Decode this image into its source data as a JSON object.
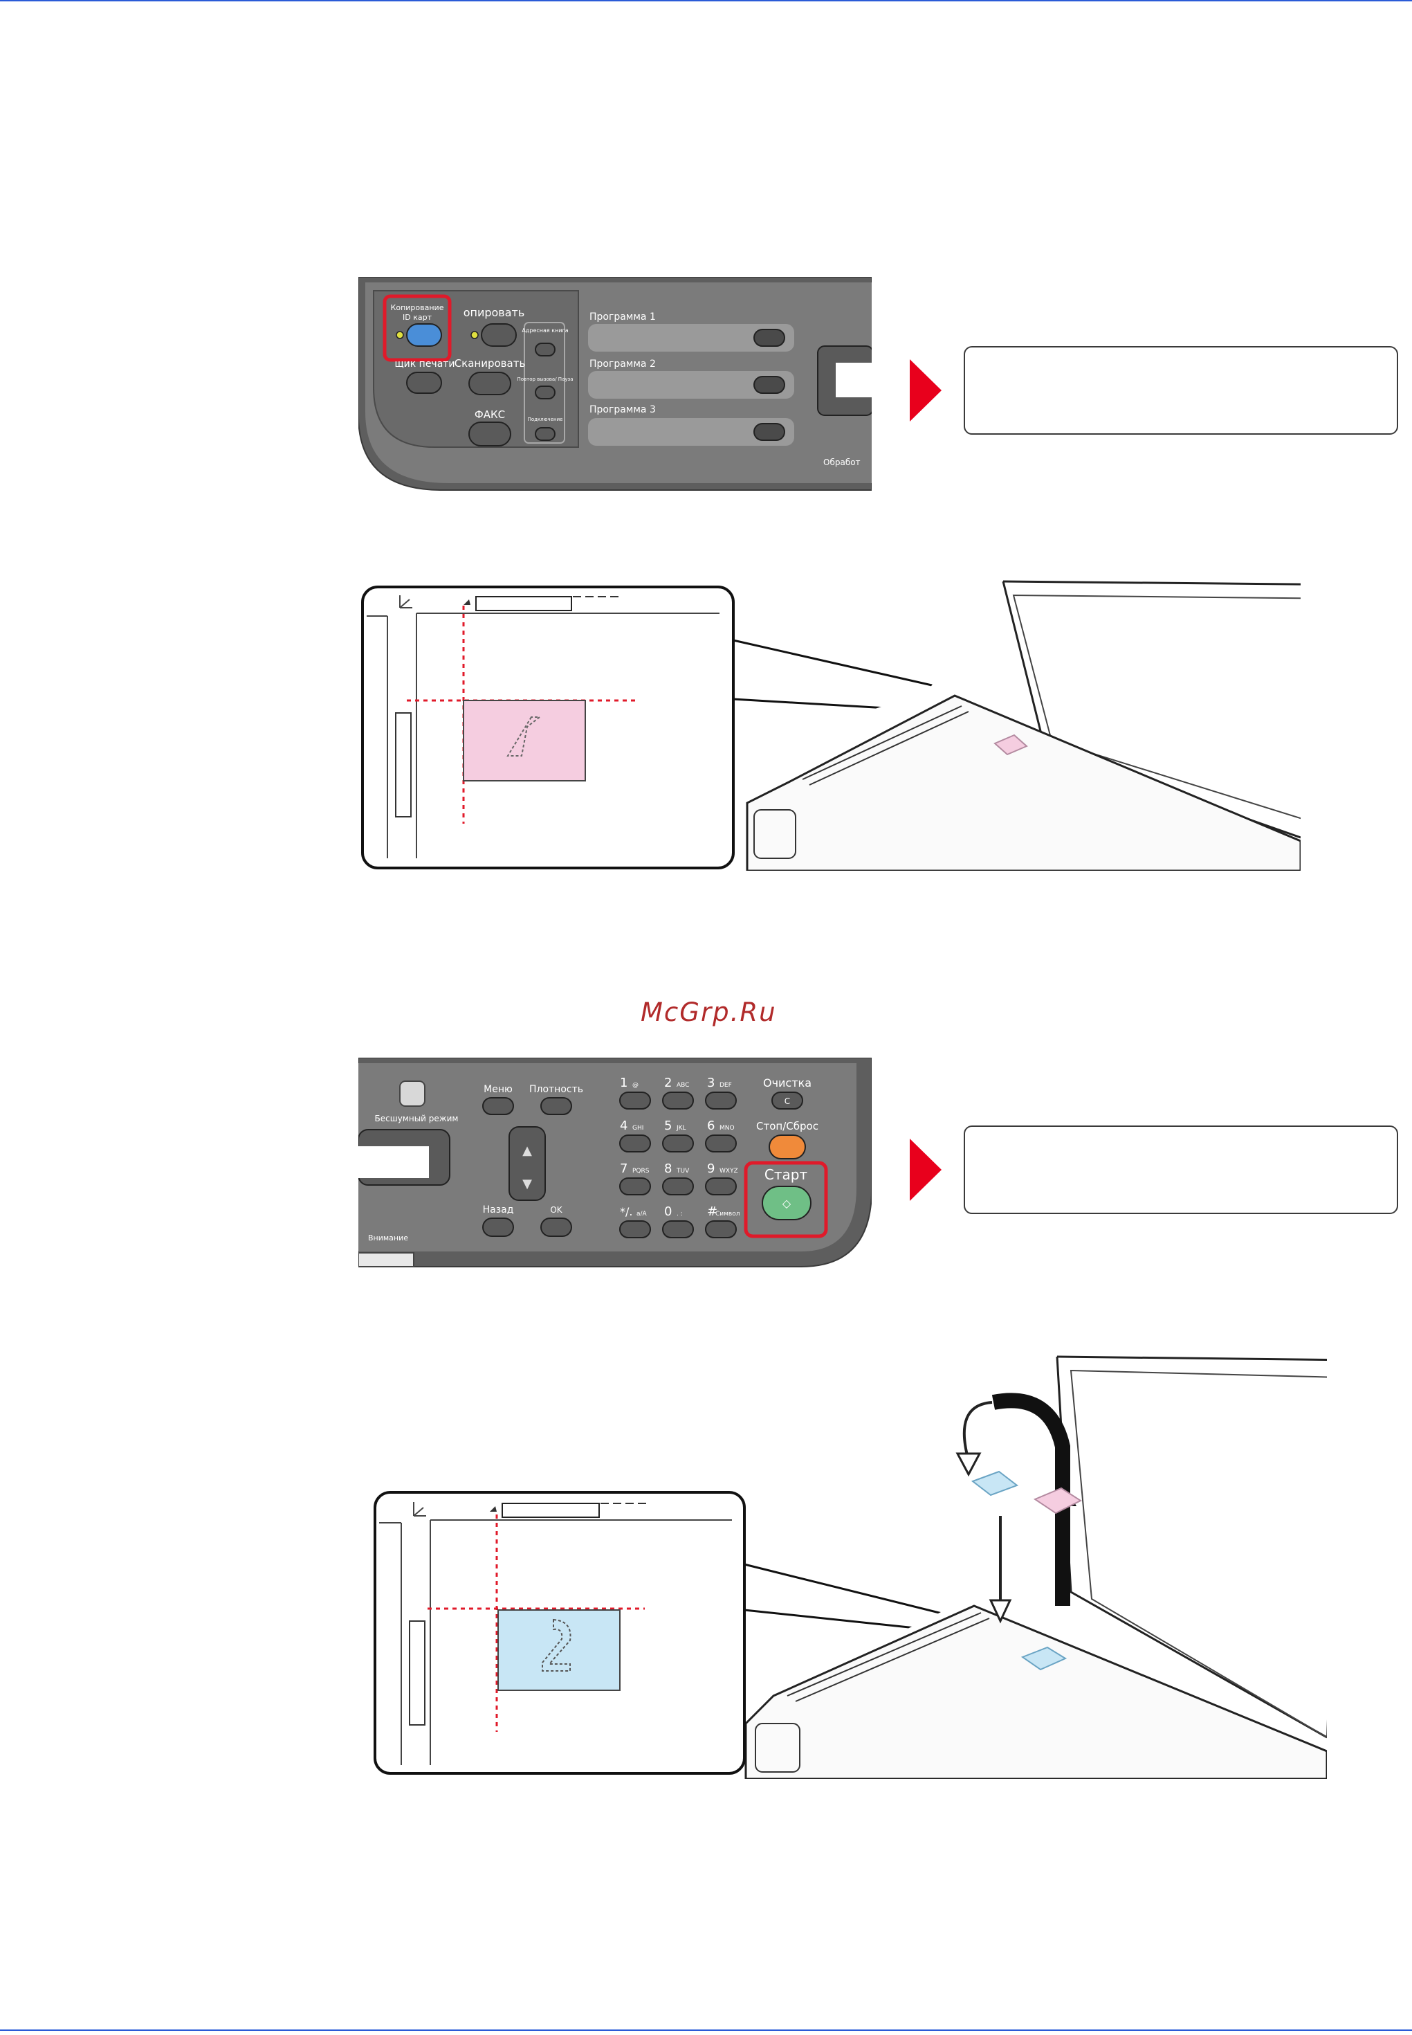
{
  "watermark": "McGrp.Ru",
  "panel1": {
    "id_copy_label_1": "Копирование",
    "id_copy_label_2": "ID карт",
    "copy_label": "опировать",
    "print_box_label": "щик печати",
    "scan_label": "Сканировать",
    "fax_label": "ФАКС",
    "address_book_label": "Адресная книга",
    "redial_label": "Повтор вызова/ Пауза",
    "on_hook_label": "Подключение",
    "program1": "Программа 1",
    "program2": "Программа 2",
    "program3": "Программа 3",
    "processing_label": "Обработ"
  },
  "panel2": {
    "quiet_mode": "Бесшумный режим",
    "menu": "Меню",
    "density": "Плотность",
    "back": "Назад",
    "ok": "OK",
    "attention": "Внимание",
    "clear": "Очистка",
    "clear_key": "C",
    "stop_reset": "Стоп/Сброс",
    "start": "Старт",
    "keys": [
      {
        "num": "1",
        "sub": "@"
      },
      {
        "num": "2",
        "sub": "ABC"
      },
      {
        "num": "3",
        "sub": "DEF"
      },
      {
        "num": "4",
        "sub": "GHI"
      },
      {
        "num": "5",
        "sub": "JKL"
      },
      {
        "num": "6",
        "sub": "MNO"
      },
      {
        "num": "7",
        "sub": "PQRS"
      },
      {
        "num": "8",
        "sub": "TUV"
      },
      {
        "num": "9",
        "sub": "WXYZ"
      },
      {
        "num": "*/.",
        "sub": "a/A"
      },
      {
        "num": "0",
        "sub": ". :"
      },
      {
        "num": "#",
        "sub": "Символ"
      }
    ]
  },
  "colors": {
    "highlight": "#e01a2a",
    "rule": "#2a5bd7",
    "card1": "#f5cde0",
    "card2": "#c8e6f5",
    "panel": "#7b7b7b"
  }
}
